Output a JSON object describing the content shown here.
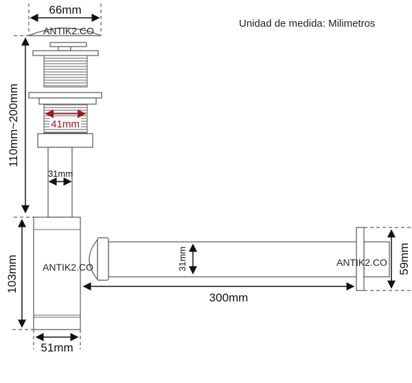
{
  "units_note": "Unidad de medida: Milimetros",
  "watermark": "ANTIK2.CO",
  "dimensions": {
    "cap_width": "66mm",
    "height_range": "110mm~200mm",
    "thread_diameter": "41mm",
    "tube_diameter": "31mm",
    "trap_height": "103mm",
    "trap_width": "51mm",
    "pipe_diameter": "31mm",
    "pipe_length": "300mm",
    "wall_flange": "59mm"
  },
  "colors": {
    "accent": "#a01820",
    "line": "#555555"
  }
}
